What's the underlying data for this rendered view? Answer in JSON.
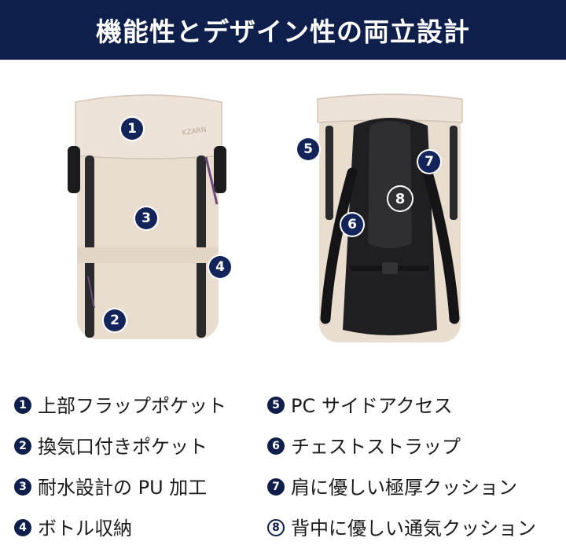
{
  "header": {
    "title": "機能性とデザイン性の両立設計"
  },
  "product_image": {
    "brand_mark": "KZARN",
    "markers": [
      "1",
      "2",
      "3",
      "4",
      "5",
      "6",
      "7",
      "8"
    ]
  },
  "features": [
    {
      "num": "1",
      "label": "上部フラップポケット"
    },
    {
      "num": "2",
      "label": "換気口付きポケット"
    },
    {
      "num": "3",
      "label": "耐水設計の PU 加工"
    },
    {
      "num": "4",
      "label": "ボトル収納"
    },
    {
      "num": "5",
      "label": "PC サイドアクセス"
    },
    {
      "num": "6",
      "label": "チェストストラップ"
    },
    {
      "num": "7",
      "label": "肩に優しい極厚クッション"
    },
    {
      "num": "8",
      "label": "背中に優しい通気クッション"
    }
  ],
  "colors": {
    "banner": "#0f1f4b",
    "bag": "#e9ddd0",
    "strap": "#1b1b1d"
  }
}
